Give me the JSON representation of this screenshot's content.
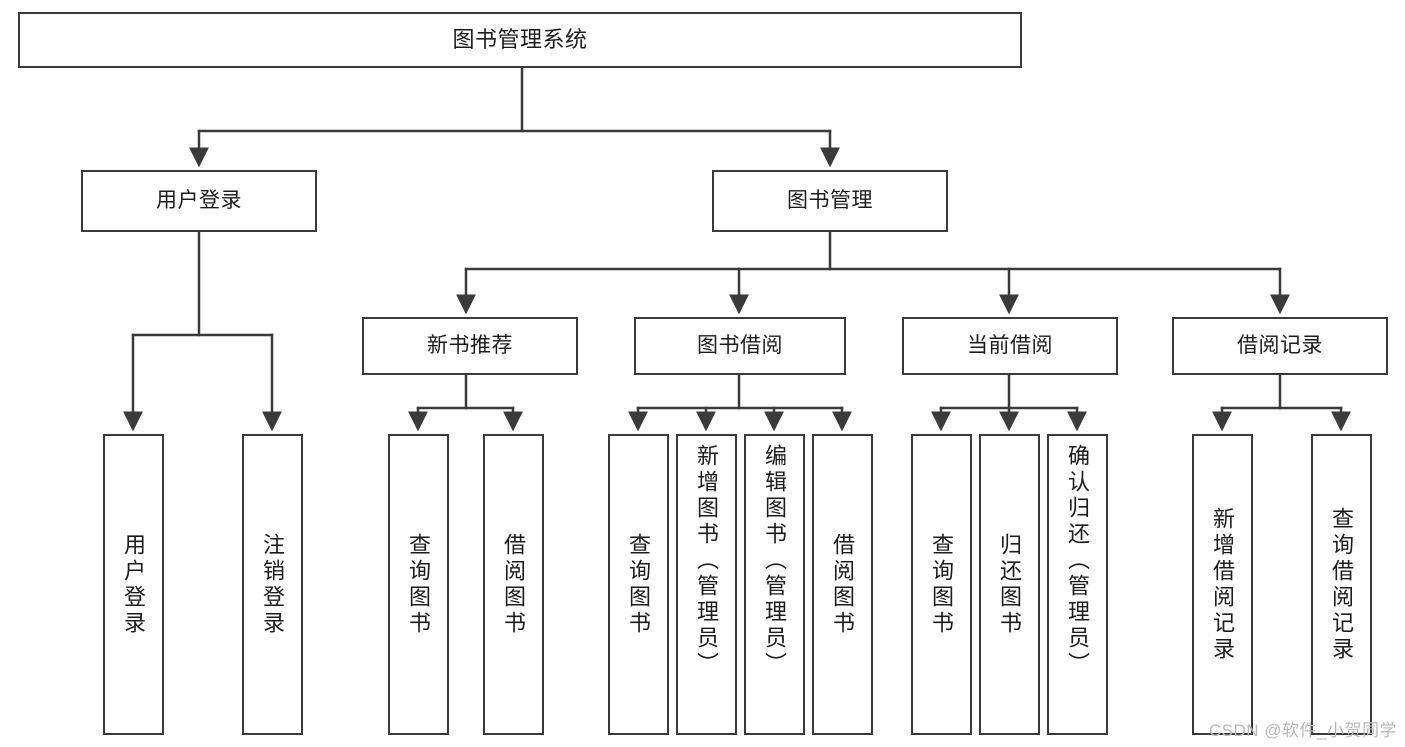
{
  "diagram": {
    "title": "图书管理系统",
    "type": "tree",
    "watermark": "CSDN @软件_小贺同学",
    "colors": {
      "box_border": "#3a3a3a",
      "box_fill": "#ffffff",
      "connector": "#3a3a3a",
      "text": "#1c1c1c",
      "watermark": "#b8b8b8",
      "background": "#ffffff"
    },
    "nodes": {
      "root": {
        "label": "图书管理系统"
      },
      "level2": [
        {
          "id": "user-login",
          "label": "用户登录"
        },
        {
          "id": "book-management",
          "label": "图书管理"
        }
      ],
      "level3": [
        {
          "id": "new-book-recommend",
          "label": "新书推荐"
        },
        {
          "id": "book-borrow",
          "label": "图书借阅"
        },
        {
          "id": "current-borrow",
          "label": "当前借阅"
        },
        {
          "id": "borrow-record",
          "label": "借阅记录"
        }
      ],
      "leaves": {
        "user-login": [
          {
            "id": "leaf-user-login",
            "label": "用户登录"
          },
          {
            "id": "leaf-logout-login",
            "label": "注销登录"
          }
        ],
        "new-book-recommend": [
          {
            "id": "leaf-query-book-1",
            "label": "查询图书"
          },
          {
            "id": "leaf-borrow-book-1",
            "label": "借阅图书"
          }
        ],
        "book-borrow": [
          {
            "id": "leaf-query-book-2",
            "label": "查询图书"
          },
          {
            "id": "leaf-add-book",
            "label": "新增图书（管理员）"
          },
          {
            "id": "leaf-edit-book",
            "label": "编辑图书（管理员）"
          },
          {
            "id": "leaf-borrow-book-2",
            "label": "借阅图书"
          }
        ],
        "current-borrow": [
          {
            "id": "leaf-query-book-3",
            "label": "查询图书"
          },
          {
            "id": "leaf-return-book",
            "label": "归还图书"
          },
          {
            "id": "leaf-confirm-return",
            "label": "确认归还（管理员）"
          }
        ],
        "borrow-record": [
          {
            "id": "leaf-add-record",
            "label": "新增借阅记录"
          },
          {
            "id": "leaf-query-record",
            "label": "查询借阅记录"
          }
        ]
      }
    },
    "edges": [
      {
        "from": "图书管理系统",
        "to": "用户登录"
      },
      {
        "from": "图书管理系统",
        "to": "图书管理"
      },
      {
        "from": "用户登录",
        "to": "用户登录"
      },
      {
        "from": "用户登录",
        "to": "注销登录"
      },
      {
        "from": "图书管理",
        "to": "新书推荐"
      },
      {
        "from": "图书管理",
        "to": "图书借阅"
      },
      {
        "from": "图书管理",
        "to": "当前借阅"
      },
      {
        "from": "图书管理",
        "to": "借阅记录"
      },
      {
        "from": "新书推荐",
        "to": "查询图书"
      },
      {
        "from": "新书推荐",
        "to": "借阅图书"
      },
      {
        "from": "图书借阅",
        "to": "查询图书"
      },
      {
        "from": "图书借阅",
        "to": "新增图书（管理员）"
      },
      {
        "from": "图书借阅",
        "to": "编辑图书（管理员）"
      },
      {
        "from": "图书借阅",
        "to": "借阅图书"
      },
      {
        "from": "当前借阅",
        "to": "查询图书"
      },
      {
        "from": "当前借阅",
        "to": "归还图书"
      },
      {
        "from": "当前借阅",
        "to": "确认归还（管理员）"
      },
      {
        "from": "借阅记录",
        "to": "新增借阅记录"
      },
      {
        "from": "借阅记录",
        "to": "查询借阅记录"
      }
    ]
  }
}
